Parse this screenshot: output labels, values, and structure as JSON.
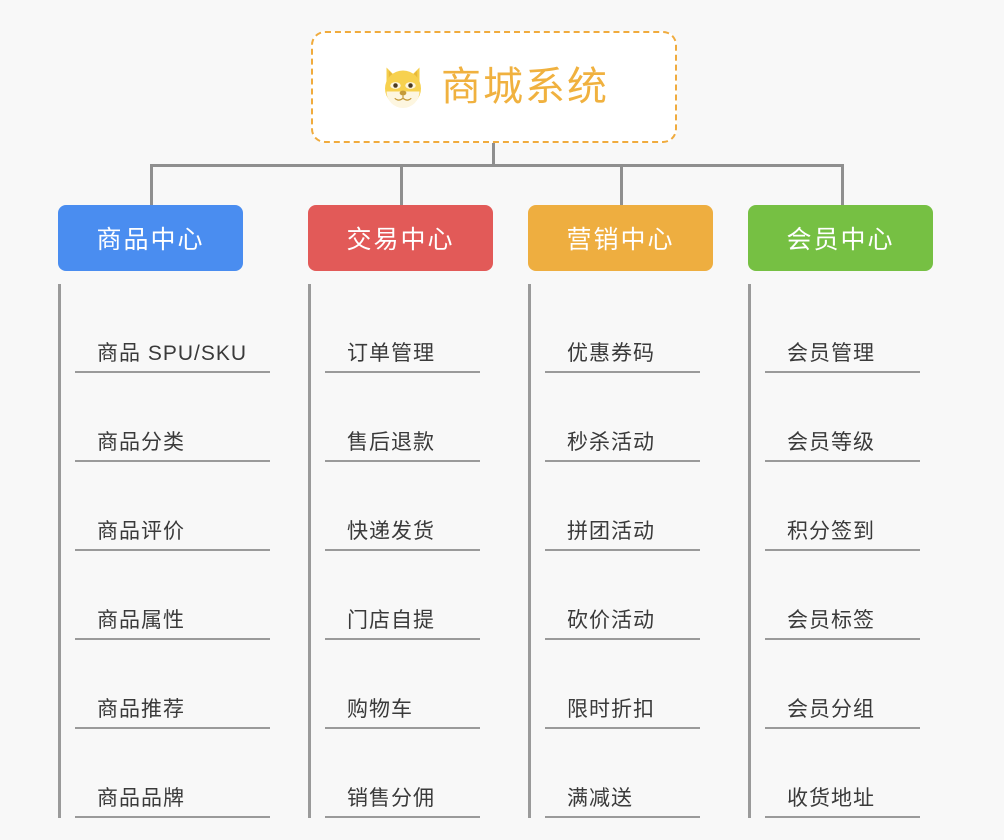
{
  "root": {
    "title": "商城系统",
    "icon": "shiba-dog-emoji",
    "title_color": "#f0b13f",
    "border_color": "#f0ab3d"
  },
  "page": {
    "background_color": "#f8f8f8",
    "connector_color": "#8f8f8f"
  },
  "columns": [
    {
      "header": "商品中心",
      "color": "#4a8df0",
      "items": [
        "商品 SPU/SKU",
        "商品分类",
        "商品评价",
        "商品属性",
        "商品推荐",
        "商品品牌"
      ]
    },
    {
      "header": "交易中心",
      "color": "#e25a58",
      "items": [
        "订单管理",
        "售后退款",
        "快递发货",
        "门店自提",
        "购物车",
        "销售分佣"
      ]
    },
    {
      "header": "营销中心",
      "color": "#eeae40",
      "items": [
        "优惠券码",
        "秒杀活动",
        "拼团活动",
        "砍价活动",
        "限时折扣",
        "满减送"
      ]
    },
    {
      "header": "会员中心",
      "color": "#76c043",
      "items": [
        "会员管理",
        "会员等级",
        "积分签到",
        "会员标签",
        "会员分组",
        "收货地址"
      ]
    }
  ]
}
